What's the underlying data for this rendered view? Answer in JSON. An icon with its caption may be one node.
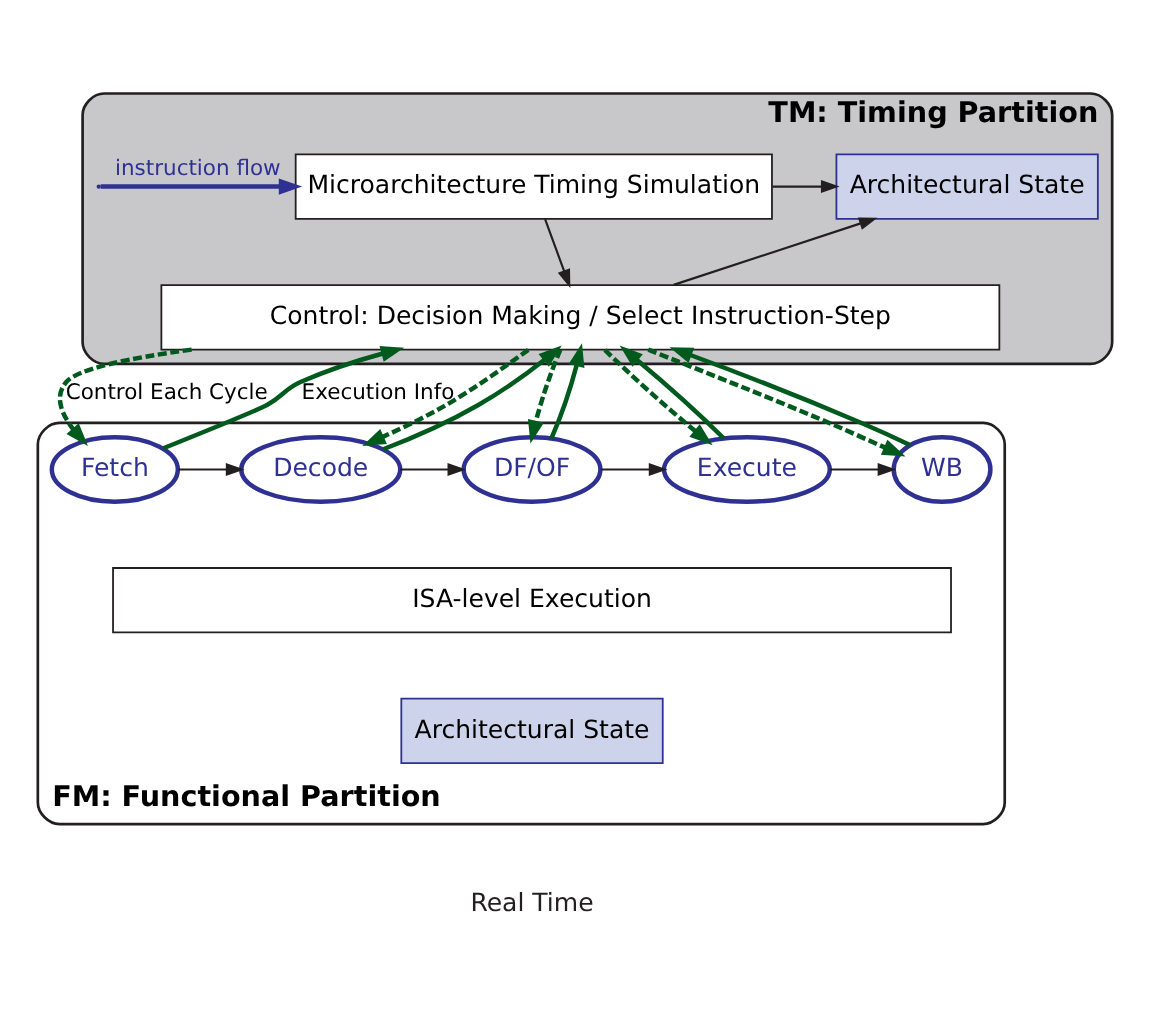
{
  "diagram": {
    "nodes": [
      {
        "text": [
          "TM: Timing Partition"
        ]
      },
      {
        "text": [
          "Microarchitecture Timing Simulation"
        ],
        "in": 0
      },
      {
        "text": [
          "Architectural State"
        ],
        "in": 0
      },
      {
        "text": [
          "Control: Decision Making / Select Instruction-Step"
        ],
        "in": 0
      },
      {
        "text": [
          "FM: Functional Partition"
        ]
      },
      {
        "text": [
          "Fetch"
        ],
        "in": 4
      },
      {
        "text": [
          "Decode"
        ],
        "in": 4
      },
      {
        "text": [
          "DF/OF"
        ],
        "in": 4
      },
      {
        "text": [
          "Execute"
        ],
        "in": 4
      },
      {
        "text": [
          "WB"
        ],
        "in": 4
      },
      {
        "text": [
          "ISA-level Execution"
        ],
        "in": 4
      },
      {
        "text": [
          "Architectural State"
        ],
        "in": 4
      }
    ],
    "edges": [
      {
        "from": null,
        "to": 1,
        "arrow": "to",
        "label": "instruction flow",
        "color": "#2e3192"
      },
      {
        "from": 1,
        "to": 2,
        "arrow": "to",
        "color": "#231f20"
      },
      {
        "from": 1,
        "to": 3,
        "arrow": "to",
        "color": "#231f20"
      },
      {
        "from": 3,
        "to": 2,
        "arrow": "to",
        "color": "#231f20"
      },
      {
        "from": 3,
        "to": 5,
        "arrow": "to",
        "style": "dashed",
        "label": "Control Each Cycle"
      },
      {
        "from": 5,
        "to": 3,
        "arrow": "to",
        "label": "Execution Info"
      },
      {
        "from": 3,
        "to": 6,
        "arrow": "to",
        "style": "dashed"
      },
      {
        "from": 6,
        "to": 3,
        "arrow": "to"
      },
      {
        "from": 3,
        "to": 7,
        "arrow": "to",
        "style": "dashed"
      },
      {
        "from": 7,
        "to": 3,
        "arrow": "to"
      },
      {
        "from": 3,
        "to": 8,
        "arrow": "to",
        "style": "dashed"
      },
      {
        "from": 8,
        "to": 3,
        "arrow": "to"
      },
      {
        "from": 3,
        "to": 9,
        "arrow": "to",
        "style": "dashed"
      },
      {
        "from": 9,
        "to": 3,
        "arrow": "to"
      },
      {
        "from": 5,
        "to": 6,
        "arrow": "to",
        "color": "#231f20"
      },
      {
        "from": 6,
        "to": 7,
        "arrow": "to",
        "color": "#231f20"
      },
      {
        "from": 7,
        "to": 8,
        "arrow": "to",
        "color": "#231f20"
      },
      {
        "from": 8,
        "to": 9,
        "arrow": "to",
        "color": "#231f20"
      }
    ],
    "labels": [
      "Real Time"
    ]
  }
}
